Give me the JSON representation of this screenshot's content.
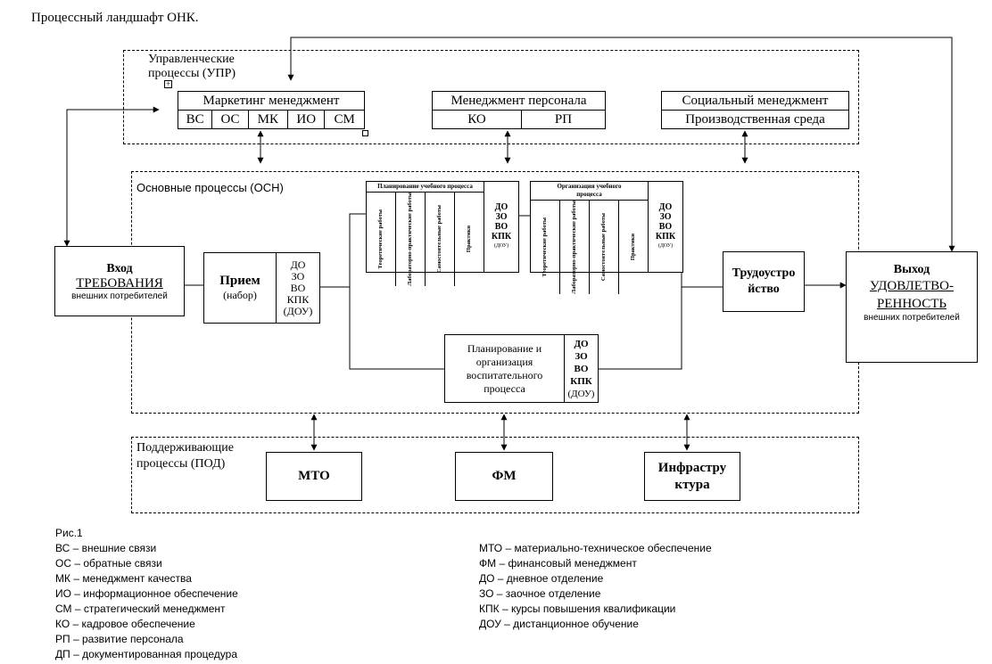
{
  "title": "Процессный ландшафт ОНК.",
  "management": {
    "label": "Управленческие процессы (УПР)",
    "marketing": {
      "title": "Маркетинг менеджмент",
      "items": [
        "ВС",
        "ОС",
        "МК",
        "ИО",
        "СМ"
      ]
    },
    "personnel": {
      "title": "Менеджмент персонала",
      "items": [
        "КО",
        "РП"
      ]
    },
    "social": {
      "title": "Социальный менеджмент",
      "sub": "Производственная среда"
    }
  },
  "main": {
    "label": "Основные процессы (ОСН)",
    "input": {
      "title": "Вход",
      "req": "ТРЕБОВАНИЯ",
      "sub": "внешних потребителей"
    },
    "reception": {
      "title": "Прием",
      "sub": "(набор)",
      "codes": [
        "ДО",
        "ЗО",
        "ВО",
        "КПК",
        "(ДОУ)"
      ]
    },
    "planning": {
      "title": "Планирование учебного процесса",
      "cols": [
        "Теоретические работы",
        "Лабораторно-практические работы",
        "Самостоятельные работы",
        "Практики"
      ],
      "codes": [
        "ДО",
        "ЗО",
        "ВО",
        "КПК",
        "(ДОУ)"
      ]
    },
    "organization": {
      "title": "Организация учебного процесса",
      "cols": [
        "Теоретические работы",
        "Лабораторно-практические работы",
        "Самостоятельные работы",
        "Практики"
      ],
      "codes": [
        "ДО",
        "ЗО",
        "ВО",
        "КПК",
        "(ДОУ)"
      ]
    },
    "education": {
      "title": "Планирование и организация воспитательного процесса",
      "codes": [
        "ДО",
        "ЗО",
        "ВО",
        "КПК",
        "(ДОУ)"
      ]
    },
    "employment": {
      "title": "Трудоустро йство"
    },
    "output": {
      "title": "Выход",
      "req": "УДОВЛЕТВО-РЕННОСТЬ",
      "sub": "внешних потребителей"
    }
  },
  "support": {
    "label": "Поддерживающие процессы (ПОД)",
    "items": [
      "МТО",
      "ФМ",
      "Инфрастру ктура"
    ]
  },
  "legend": {
    "fig": "Рис.1",
    "left": [
      "ВС – внешние связи",
      "ОС – обратные связи",
      "МК – менеджмент качества",
      "ИО – информационное обеспечение",
      "СМ – стратегический менеджмент",
      "КО – кадровое обеспечение",
      "РП – развитие персонала",
      "ДП – документированная процедура"
    ],
    "right": [
      "МТО – материально-техническое обеспечение",
      "ФМ – финансовый менеджмент",
      "ДО – дневное отделение",
      "ЗО – заочное отделение",
      "КПК – курсы повышения квалификации",
      "ДОУ – дистанционное обучение"
    ]
  }
}
